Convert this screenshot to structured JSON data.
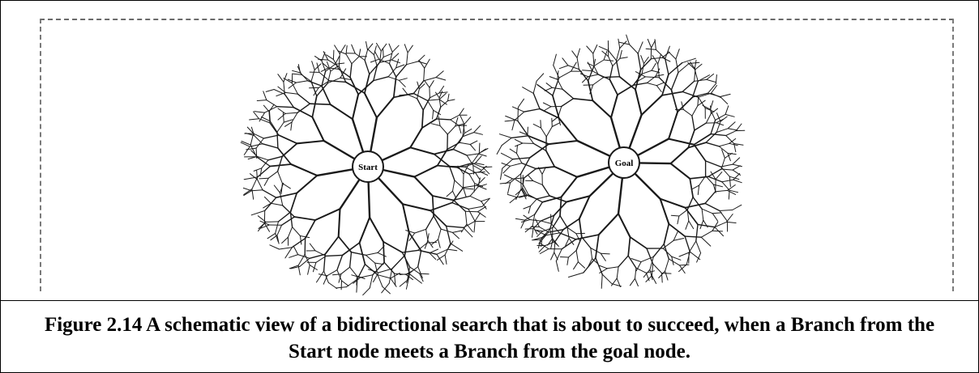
{
  "diagram": {
    "start_node": {
      "label": "Start"
    },
    "goal_node": {
      "label": "Goal"
    }
  },
  "caption": {
    "text": "Figure 2.14 A schematic view of a bidirectional search that is about to succeed, when a Branch from the Start node meets a Branch from the goal node."
  },
  "colors": {
    "ink": "#1a1a1a",
    "frame": "#000000",
    "dash": "#6a6a6a"
  }
}
